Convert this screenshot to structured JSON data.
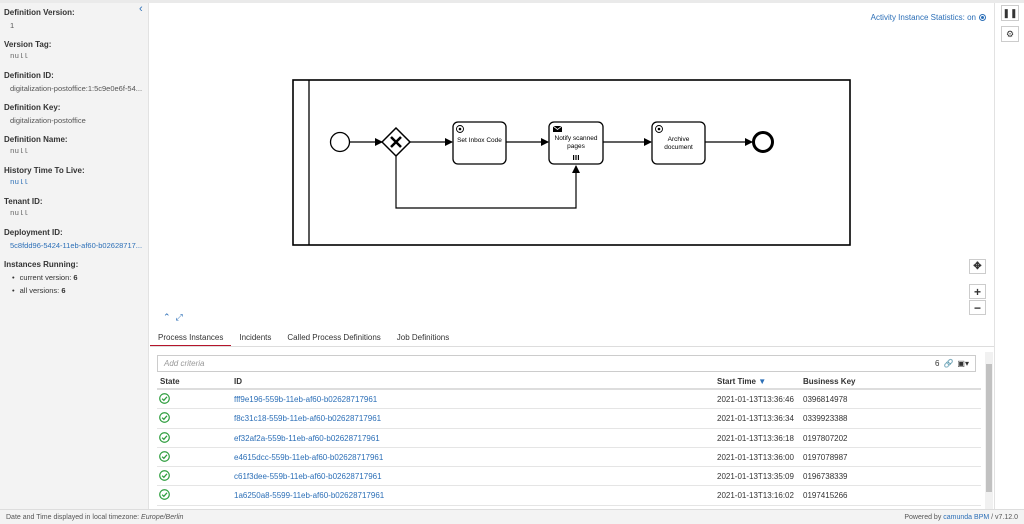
{
  "sidebar": {
    "definition_version_label": "Definition Version:",
    "definition_version": "1",
    "version_tag_label": "Version Tag:",
    "version_tag": "null",
    "definition_id_label": "Definition ID:",
    "definition_id": "digitalization-postoffice:1:5c9e0e6f-54...",
    "definition_key_label": "Definition Key:",
    "definition_key": "digitalization-postoffice",
    "definition_name_label": "Definition Name:",
    "definition_name": "null",
    "history_ttl_label": "History Time To Live:",
    "history_ttl": "null",
    "tenant_id_label": "Tenant ID:",
    "tenant_id": "null",
    "deployment_id_label": "Deployment ID:",
    "deployment_id": "5c8fdd96-5424-11eb-af60-b02628717...",
    "instances_running_label": "Instances Running:",
    "current_version_label": "current version: ",
    "current_version": "6",
    "all_versions_label": "all versions: ",
    "all_versions": "6"
  },
  "canvas": {
    "stats_label": "Activity Instance Statistics: on",
    "tasks": {
      "set_inbox_code": "Set Inbox Code",
      "notify_line1": "Notify scanned",
      "notify_line2": "pages",
      "archive_line1": "Archive",
      "archive_line2": "document"
    }
  },
  "tabs": [
    "Process Instances",
    "Incidents",
    "Called Process Definitions",
    "Job Definitions"
  ],
  "filter": {
    "placeholder": "Add criteria",
    "count": "6"
  },
  "table": {
    "headers": {
      "state": "State",
      "id": "ID",
      "start_time": "Start Time",
      "business_key": "Business Key"
    },
    "rows": [
      {
        "id": "fff9e196-559b-11eb-af60-b02628717961",
        "start": "2021-01-13T13:36:46",
        "key": "0396814978"
      },
      {
        "id": "f8c31c18-559b-11eb-af60-b02628717961",
        "start": "2021-01-13T13:36:34",
        "key": "0339923388"
      },
      {
        "id": "ef32af2a-559b-11eb-af60-b02628717961",
        "start": "2021-01-13T13:36:18",
        "key": "0197807202"
      },
      {
        "id": "e4615dcc-559b-11eb-af60-b02628717961",
        "start": "2021-01-13T13:36:00",
        "key": "0197078987"
      },
      {
        "id": "c61f3dee-559b-11eb-af60-b02628717961",
        "start": "2021-01-13T13:35:09",
        "key": "0196738339"
      },
      {
        "id": "1a6250a8-5599-11eb-af60-b02628717961",
        "start": "2021-01-13T13:16:02",
        "key": "0197415266"
      }
    ]
  },
  "footer": {
    "timezone_text": "Date and Time displayed in local timezone: ",
    "timezone": "Europe/Berlin",
    "powered_by": "Powered by ",
    "brand": "camunda BPM",
    "version": " / v7.12.0"
  },
  "colors": {
    "link": "#2c6fb7",
    "active_tab": "#b5152b",
    "success": "#2f9e3f"
  }
}
